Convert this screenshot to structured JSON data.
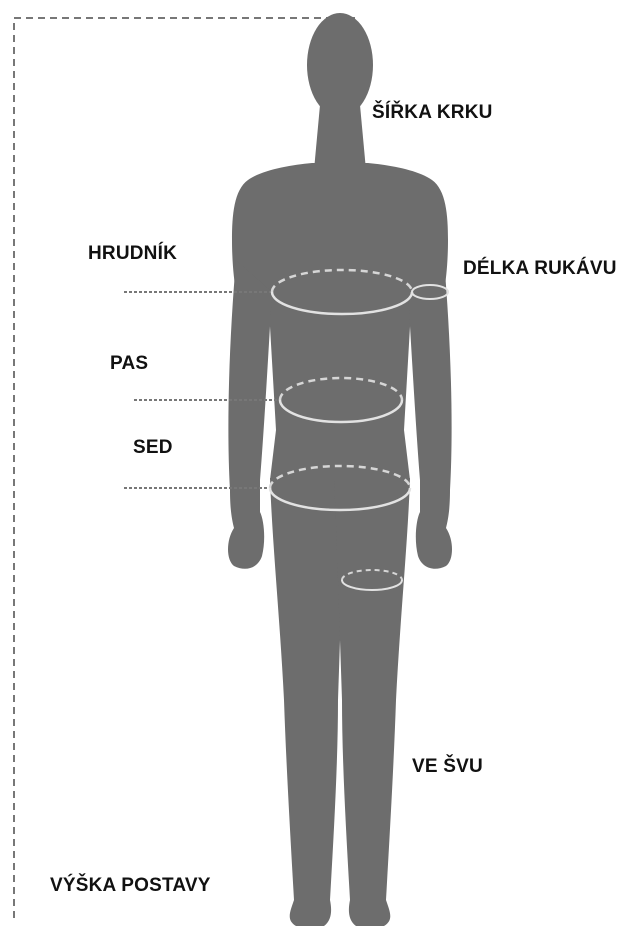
{
  "labels": {
    "neck_width": "ŠÍŘKA KRKU",
    "chest": "HRUDNÍK",
    "sleeve_length": "DÉLKA RUKÁVU",
    "waist": "PAS",
    "hip": "SED",
    "inseam": "VE ŠVU",
    "height": "VÝŠKA POSTAVY"
  },
  "colors": {
    "figure": "#6d6d6d",
    "guide_line": "#777777",
    "dashed_ring": "#d6d6d6",
    "solid_ring": "#e2e2e2",
    "label_text": "#111111"
  }
}
